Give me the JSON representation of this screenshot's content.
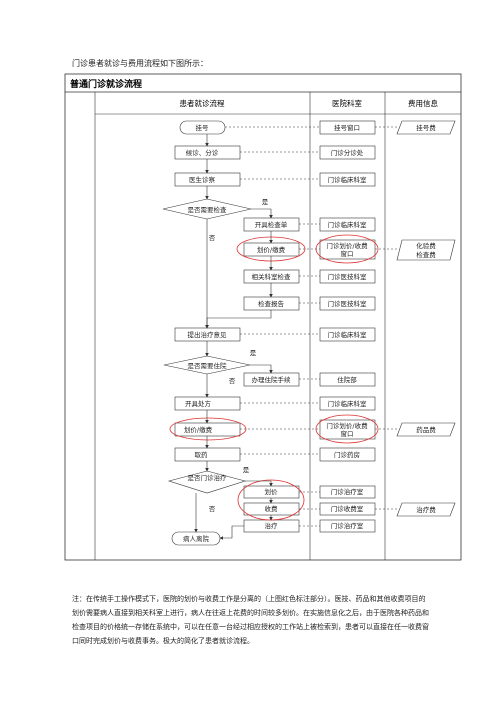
{
  "intro": "门诊患者就诊与费用流程如下图所示：",
  "table_title": "普通门诊就诊流程",
  "headers": {
    "flow": "患者就诊流程",
    "dept": "医院科室",
    "fee": "费用信息"
  },
  "flow": {
    "register": "挂号",
    "triage": "候诊、分诊",
    "doctor": "医生诊察",
    "need_exam": "是否需要检查",
    "yes1": "是",
    "no1": "否",
    "order_exam": "开具检查单",
    "pay1": "划价/缴费",
    "dept_exam": "相关科室检查",
    "exam_report": "检查报告",
    "treatment_advice": "提出治疗意见",
    "need_hosp": "是否需要住院",
    "yes2": "是",
    "no2": "否",
    "admission": "办理住院手续",
    "prescribe": "开具处方",
    "pay2": "划价/缴费",
    "get_medicine": "取药",
    "need_treat": "是否门诊治疗",
    "yes3": "是",
    "no3": "否",
    "pricing": "划价",
    "charge": "收费",
    "treat": "治疗",
    "leave": "病人离院"
  },
  "dept": {
    "d1": "挂号窗口",
    "d2": "门诊分诊处",
    "d3": "门诊临床科室",
    "d4": "门诊临床科室",
    "d5a": "门诊划价/收费",
    "d5b": "窗口",
    "d6": "门诊医技科室",
    "d7": "门诊医技科室",
    "d8": "门诊临床科室",
    "d9": "住院部",
    "d10": "门诊临床科室",
    "d11a": "门诊划价/收费",
    "d11b": "窗口",
    "d12": "门诊药房",
    "d13": "门诊治疗室",
    "d14": "门诊收费室",
    "d15": "门诊治疗室"
  },
  "fees": {
    "f1": "挂号费",
    "f2a": "化验费",
    "f2b": "检查费",
    "f3": "药品费",
    "f4": "治疗费"
  },
  "note": "注：在传统手工操作模式下，医院的划价与收费工作是分离的（上图红色标注部分）。医技、药品和其他收费项目的划价需要病人直接到相关科室上进行，病人在往返上花费的时间较多划价。在实施信息化之后，由于医院各种药品和检查项目的价格统一存储在系统中，可以在任意一台经过相应授权的工作站上被检索到，患者可以直接在任一收费窗口同时完成划价与收费事务。极大的简化了患者就诊流程。"
}
